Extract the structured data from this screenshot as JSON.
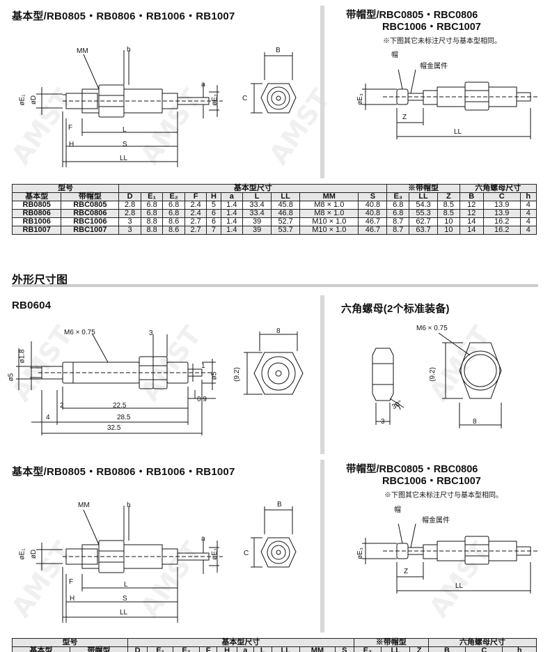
{
  "top": {
    "basic_title": "基本型/RB0805・RB0806・RB1006・RB1007",
    "cap_title_line1": "带帽型/RBC0805・RBC0806",
    "cap_title_line2": "RBC1006・RBC1007",
    "cap_note": "※下图其它未标注尺寸与基本型相同。",
    "labels": {
      "MM": "MM",
      "h": "h",
      "a": "a",
      "B": "B",
      "C": "C",
      "F": "F",
      "H": "H",
      "L": "L",
      "S": "S",
      "LL": "LL",
      "phiE1": "øE₁",
      "phiD": "øD",
      "phiE2": "øE₂",
      "phiE3": "øE₃",
      "Z": "Z",
      "cap": "帽",
      "cap_fitting": "帽金属件"
    }
  },
  "table": {
    "group_model": "型号",
    "group_basic": "基本型尺寸",
    "group_cap": "※带帽型",
    "group_nut": "六角螺母尺寸",
    "columns": [
      "基本型",
      "带帽型",
      "D",
      "E₁",
      "E₂",
      "F",
      "H",
      "a",
      "L",
      "LL",
      "MM",
      "S",
      "E₃",
      "LL",
      "Z",
      "B",
      "C",
      "h"
    ],
    "rows": [
      [
        "RB0805",
        "RBC0805",
        "2.8",
        "6.8",
        "6.8",
        "2.4",
        "5",
        "1.4",
        "33.4",
        "45.8",
        "M8 × 1.0",
        "40.8",
        "6.8",
        "54.3",
        "8.5",
        "12",
        "13.9",
        "4"
      ],
      [
        "RB0806",
        "RBC0806",
        "2.8",
        "6.8",
        "6.8",
        "2.4",
        "6",
        "1.4",
        "33.4",
        "46.8",
        "M8 × 1.0",
        "40.8",
        "6.8",
        "55.3",
        "8.5",
        "12",
        "13.9",
        "4"
      ],
      [
        "RB1006",
        "RBC1006",
        "3",
        "8.8",
        "8.6",
        "2.7",
        "6",
        "1.4",
        "39",
        "52.7",
        "M10 × 1.0",
        "46.7",
        "8.7",
        "62.7",
        "10",
        "14",
        "16.2",
        "4"
      ],
      [
        "RB1007",
        "RBC1007",
        "3",
        "8.8",
        "8.6",
        "2.7",
        "7",
        "1.4",
        "39",
        "53.7",
        "M10 × 1.0",
        "46.7",
        "8.7",
        "63.7",
        "10",
        "14",
        "16.2",
        "4"
      ]
    ]
  },
  "section": {
    "heading": "外形尺寸图",
    "rb0604_title": "RB0604",
    "nut_title": "六角螺母(2个标准装备)",
    "rb0604_labels": {
      "thread": "M6 × 0.75",
      "d18": "ø1.8",
      "d5a": "ø5",
      "d5b": "ø5",
      "three": "3",
      "one": "1",
      "two": "2",
      "d225": "22.5",
      "d09": "0.9",
      "four": "4",
      "d285": "28.5",
      "d325": "32.5",
      "eight": "8",
      "d92": "(9.2)"
    },
    "nut_labels": {
      "thread": "M6 × 0.75",
      "d92": "(9.2)",
      "eight": "8",
      "three": "3",
      "angle": "30°"
    }
  },
  "bottom": {
    "basic_title": "基本型/RB0805・RB0806・RB1006・RB1007",
    "cap_title_line1": "带帽型/RBC0805・RBC0806",
    "cap_title_line2": "RBC1006・RBC1007",
    "cap_note": "※下图其它未标注尺寸与基本型相同。",
    "table_group_model": "型号",
    "table_group_basic": "基本型尺寸",
    "table_group_cap": "※带帽型",
    "table_group_nut": "六角螺母尺寸"
  },
  "watermark": "AMST"
}
